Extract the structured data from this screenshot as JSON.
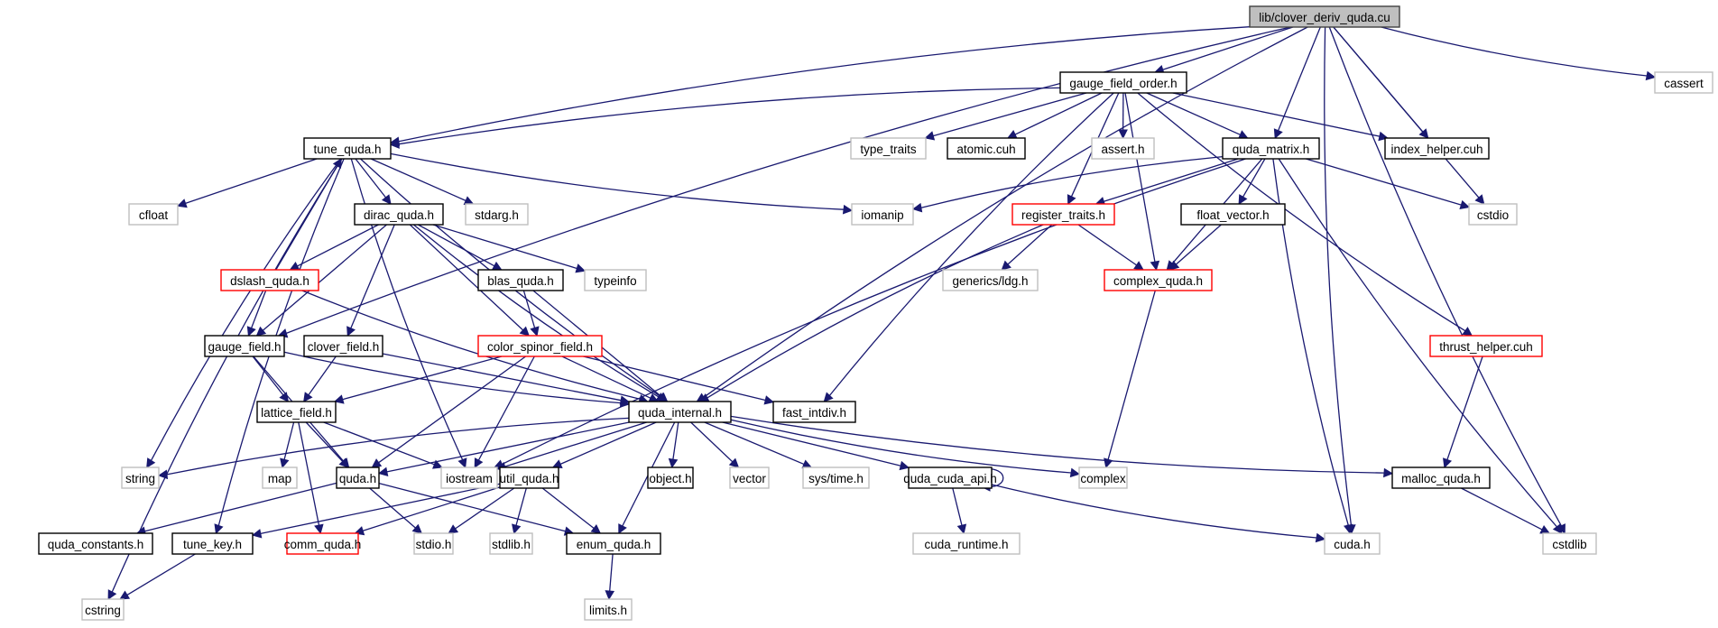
{
  "title": "lib/clover_deriv_quda.cu include dependency graph",
  "colors": {
    "edge": "#191970",
    "root_fill": "#bfbfbf",
    "normal_border": "#000000",
    "external_border": "#bfbfbf",
    "truncated_border": "#ff0000"
  },
  "nodes": [
    {
      "id": "root",
      "label": "lib/clover_deriv_quda.cu",
      "kind": "root"
    },
    {
      "id": "gauge_field_order",
      "label": "gauge_field_order.h",
      "kind": "normal"
    },
    {
      "id": "cassert",
      "label": "cassert",
      "kind": "external"
    },
    {
      "id": "tune_quda",
      "label": "tune_quda.h",
      "kind": "normal"
    },
    {
      "id": "type_traits",
      "label": "type_traits",
      "kind": "external"
    },
    {
      "id": "atomic",
      "label": "atomic.cuh",
      "kind": "normal"
    },
    {
      "id": "assert_h",
      "label": "assert.h",
      "kind": "external"
    },
    {
      "id": "quda_matrix",
      "label": "quda_matrix.h",
      "kind": "normal"
    },
    {
      "id": "index_helper",
      "label": "index_helper.cuh",
      "kind": "normal"
    },
    {
      "id": "cfloat",
      "label": "cfloat",
      "kind": "external"
    },
    {
      "id": "dirac_quda",
      "label": "dirac_quda.h",
      "kind": "normal"
    },
    {
      "id": "stdarg",
      "label": "stdarg.h",
      "kind": "external"
    },
    {
      "id": "iomanip",
      "label": "iomanip",
      "kind": "external"
    },
    {
      "id": "register_traits",
      "label": "register_traits.h",
      "kind": "warn"
    },
    {
      "id": "float_vector",
      "label": "float_vector.h",
      "kind": "normal"
    },
    {
      "id": "cstdio",
      "label": "cstdio",
      "kind": "external"
    },
    {
      "id": "dslash_quda",
      "label": "dslash_quda.h",
      "kind": "warn"
    },
    {
      "id": "blas_quda",
      "label": "blas_quda.h",
      "kind": "normal"
    },
    {
      "id": "typeinfo",
      "label": "typeinfo",
      "kind": "external"
    },
    {
      "id": "generics_ldg",
      "label": "generics/ldg.h",
      "kind": "external"
    },
    {
      "id": "complex_quda",
      "label": "complex_quda.h",
      "kind": "warn"
    },
    {
      "id": "gauge_field",
      "label": "gauge_field.h",
      "kind": "normal"
    },
    {
      "id": "clover_field",
      "label": "clover_field.h",
      "kind": "normal"
    },
    {
      "id": "color_spinor_field",
      "label": "color_spinor_field.h",
      "kind": "warn"
    },
    {
      "id": "thrust_helper",
      "label": "thrust_helper.cuh",
      "kind": "warn"
    },
    {
      "id": "lattice_field",
      "label": "lattice_field.h",
      "kind": "normal"
    },
    {
      "id": "quda_internal",
      "label": "quda_internal.h",
      "kind": "normal"
    },
    {
      "id": "fast_intdiv",
      "label": "fast_intdiv.h",
      "kind": "normal"
    },
    {
      "id": "string",
      "label": "string",
      "kind": "external"
    },
    {
      "id": "map",
      "label": "map",
      "kind": "external"
    },
    {
      "id": "quda_h",
      "label": "quda.h",
      "kind": "normal"
    },
    {
      "id": "iostream",
      "label": "iostream",
      "kind": "external"
    },
    {
      "id": "util_quda",
      "label": "util_quda.h",
      "kind": "normal"
    },
    {
      "id": "object",
      "label": "object.h",
      "kind": "normal"
    },
    {
      "id": "vector",
      "label": "vector",
      "kind": "external"
    },
    {
      "id": "sys_time",
      "label": "sys/time.h",
      "kind": "external"
    },
    {
      "id": "quda_cuda_api",
      "label": "quda_cuda_api.h",
      "kind": "normal"
    },
    {
      "id": "complex",
      "label": "complex",
      "kind": "external"
    },
    {
      "id": "malloc_quda",
      "label": "malloc_quda.h",
      "kind": "normal"
    },
    {
      "id": "quda_constants",
      "label": "quda_constants.h",
      "kind": "normal"
    },
    {
      "id": "tune_key",
      "label": "tune_key.h",
      "kind": "normal"
    },
    {
      "id": "comm_quda",
      "label": "comm_quda.h",
      "kind": "warn"
    },
    {
      "id": "stdio",
      "label": "stdio.h",
      "kind": "external"
    },
    {
      "id": "stdlib",
      "label": "stdlib.h",
      "kind": "external"
    },
    {
      "id": "enum_quda",
      "label": "enum_quda.h",
      "kind": "normal"
    },
    {
      "id": "cuda_runtime",
      "label": "cuda_runtime.h",
      "kind": "external"
    },
    {
      "id": "cuda_h",
      "label": "cuda.h",
      "kind": "external"
    },
    {
      "id": "cstdlib",
      "label": "cstdlib",
      "kind": "external"
    },
    {
      "id": "cstring",
      "label": "cstring",
      "kind": "external"
    },
    {
      "id": "limits",
      "label": "limits.h",
      "kind": "external"
    }
  ],
  "edges": [
    [
      "root",
      "gauge_field_order"
    ],
    [
      "root",
      "cassert"
    ],
    [
      "root",
      "tune_quda"
    ],
    [
      "root",
      "quda_matrix"
    ],
    [
      "root",
      "index_helper"
    ],
    [
      "root",
      "cstdio"
    ],
    [
      "root",
      "gauge_field"
    ],
    [
      "root",
      "quda_internal"
    ],
    [
      "root",
      "cuda_h"
    ],
    [
      "root",
      "cstdlib"
    ],
    [
      "gauge_field_order",
      "tune_quda"
    ],
    [
      "gauge_field_order",
      "type_traits"
    ],
    [
      "gauge_field_order",
      "atomic"
    ],
    [
      "gauge_field_order",
      "assert_h"
    ],
    [
      "gauge_field_order",
      "quda_matrix"
    ],
    [
      "gauge_field_order",
      "index_helper"
    ],
    [
      "gauge_field_order",
      "register_traits"
    ],
    [
      "gauge_field_order",
      "complex_quda"
    ],
    [
      "gauge_field_order",
      "fast_intdiv"
    ],
    [
      "gauge_field_order",
      "thrust_helper"
    ],
    [
      "tune_quda",
      "cfloat"
    ],
    [
      "tune_quda",
      "dirac_quda"
    ],
    [
      "tune_quda",
      "stdarg"
    ],
    [
      "tune_quda",
      "iomanip"
    ],
    [
      "tune_quda",
      "string"
    ],
    [
      "tune_quda",
      "cstring"
    ],
    [
      "tune_quda",
      "tune_key"
    ],
    [
      "tune_quda",
      "quda_internal"
    ],
    [
      "tune_quda",
      "iostream"
    ],
    [
      "quda_matrix",
      "iomanip"
    ],
    [
      "quda_matrix",
      "register_traits"
    ],
    [
      "quda_matrix",
      "float_vector"
    ],
    [
      "quda_matrix",
      "cstdio"
    ],
    [
      "quda_matrix",
      "complex_quda"
    ],
    [
      "quda_matrix",
      "cuda_h"
    ],
    [
      "quda_matrix",
      "cstdlib"
    ],
    [
      "quda_matrix",
      "iostream"
    ],
    [
      "dirac_quda",
      "dslash_quda"
    ],
    [
      "dirac_quda",
      "gauge_field"
    ],
    [
      "dirac_quda",
      "clover_field"
    ],
    [
      "dirac_quda",
      "blas_quda"
    ],
    [
      "dirac_quda",
      "typeinfo"
    ],
    [
      "dirac_quda",
      "color_spinor_field"
    ],
    [
      "dirac_quda",
      "quda_internal"
    ],
    [
      "dslash_quda",
      "tune_quda"
    ],
    [
      "dslash_quda",
      "gauge_field"
    ],
    [
      "dslash_quda",
      "quda_internal"
    ],
    [
      "register_traits",
      "generics_ldg"
    ],
    [
      "register_traits",
      "complex_quda"
    ],
    [
      "register_traits",
      "quda_internal"
    ],
    [
      "float_vector",
      "complex_quda"
    ],
    [
      "blas_quda",
      "color_spinor_field"
    ],
    [
      "blas_quda",
      "quda_internal"
    ],
    [
      "complex_quda",
      "complex"
    ],
    [
      "gauge_field",
      "lattice_field"
    ],
    [
      "gauge_field",
      "quda_internal"
    ],
    [
      "gauge_field",
      "quda_h"
    ],
    [
      "clover_field",
      "lattice_field"
    ],
    [
      "clover_field",
      "quda_internal"
    ],
    [
      "color_spinor_field",
      "lattice_field"
    ],
    [
      "color_spinor_field",
      "quda_internal"
    ],
    [
      "color_spinor_field",
      "quda_h"
    ],
    [
      "color_spinor_field",
      "iostream"
    ],
    [
      "color_spinor_field",
      "fast_intdiv"
    ],
    [
      "thrust_helper",
      "malloc_quda"
    ],
    [
      "lattice_field",
      "map"
    ],
    [
      "lattice_field",
      "quda_h"
    ],
    [
      "lattice_field",
      "iostream"
    ],
    [
      "lattice_field",
      "comm_quda"
    ],
    [
      "quda_internal",
      "string"
    ],
    [
      "quda_internal",
      "quda_h"
    ],
    [
      "quda_internal",
      "iostream"
    ],
    [
      "quda_internal",
      "util_quda"
    ],
    [
      "quda_internal",
      "object"
    ],
    [
      "quda_internal",
      "vector"
    ],
    [
      "quda_internal",
      "sys_time"
    ],
    [
      "quda_internal",
      "quda_cuda_api"
    ],
    [
      "quda_internal",
      "complex"
    ],
    [
      "quda_internal",
      "malloc_quda"
    ],
    [
      "quda_internal",
      "enum_quda"
    ],
    [
      "quda_h",
      "quda_constants"
    ],
    [
      "quda_h",
      "stdio"
    ],
    [
      "quda_h",
      "enum_quda"
    ],
    [
      "util_quda",
      "tune_key"
    ],
    [
      "util_quda",
      "comm_quda"
    ],
    [
      "util_quda",
      "stdio"
    ],
    [
      "util_quda",
      "stdlib"
    ],
    [
      "util_quda",
      "enum_quda"
    ],
    [
      "quda_cuda_api",
      "quda_cuda_api"
    ],
    [
      "quda_cuda_api",
      "cuda_runtime"
    ],
    [
      "quda_cuda_api",
      "cuda_h"
    ],
    [
      "malloc_quda",
      "cstdlib"
    ],
    [
      "tune_key",
      "cstring"
    ],
    [
      "enum_quda",
      "limits"
    ]
  ]
}
